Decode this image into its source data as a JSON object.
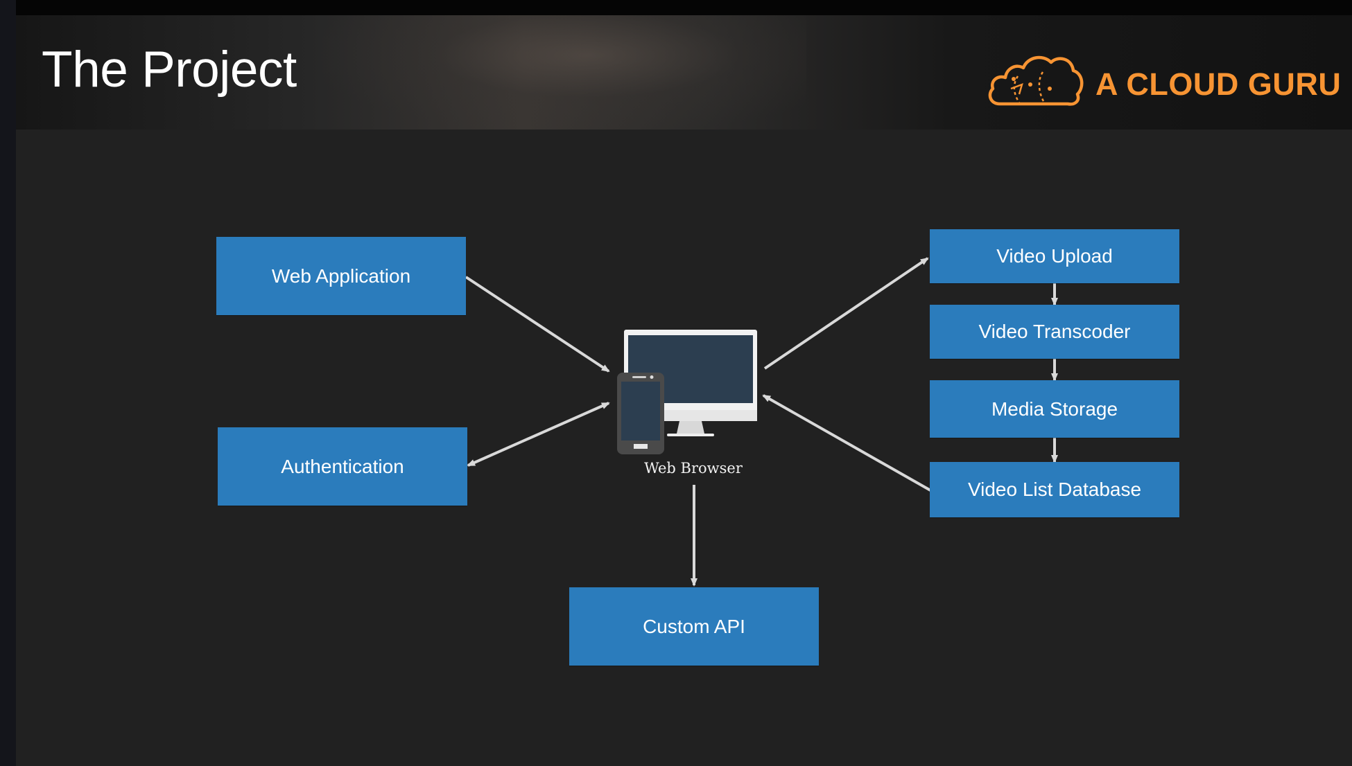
{
  "slide": {
    "title": "The Project"
  },
  "brand": {
    "name": "A CLOUD GURU",
    "logo_icon": "cloud-logo-icon",
    "accent_color": "#f79433"
  },
  "diagram": {
    "node_color": "#2b7cbc",
    "arrow_color": "#d9d9d9",
    "background_color": "#212121",
    "center": {
      "label": "Web Browser",
      "icon": "desktop-and-phone-icon"
    },
    "nodes": {
      "web_application": "Web Application",
      "authentication": "Authentication",
      "custom_api": "Custom API",
      "video_upload": "Video Upload",
      "video_transcoder": "Video Transcoder",
      "media_storage": "Media Storage",
      "video_list_database": "Video List Database"
    },
    "edges": [
      {
        "from": "Web Application",
        "to": "Web Browser"
      },
      {
        "from": "Web Browser",
        "to": "Authentication",
        "bidirectional": true
      },
      {
        "from": "Web Browser",
        "to": "Custom API"
      },
      {
        "from": "Web Browser",
        "to": "Video Upload"
      },
      {
        "from": "Video Upload",
        "to": "Video Transcoder"
      },
      {
        "from": "Video Transcoder",
        "to": "Media Storage"
      },
      {
        "from": "Media Storage",
        "to": "Video List Database"
      },
      {
        "from": "Video List Database",
        "to": "Web Browser"
      }
    ]
  }
}
